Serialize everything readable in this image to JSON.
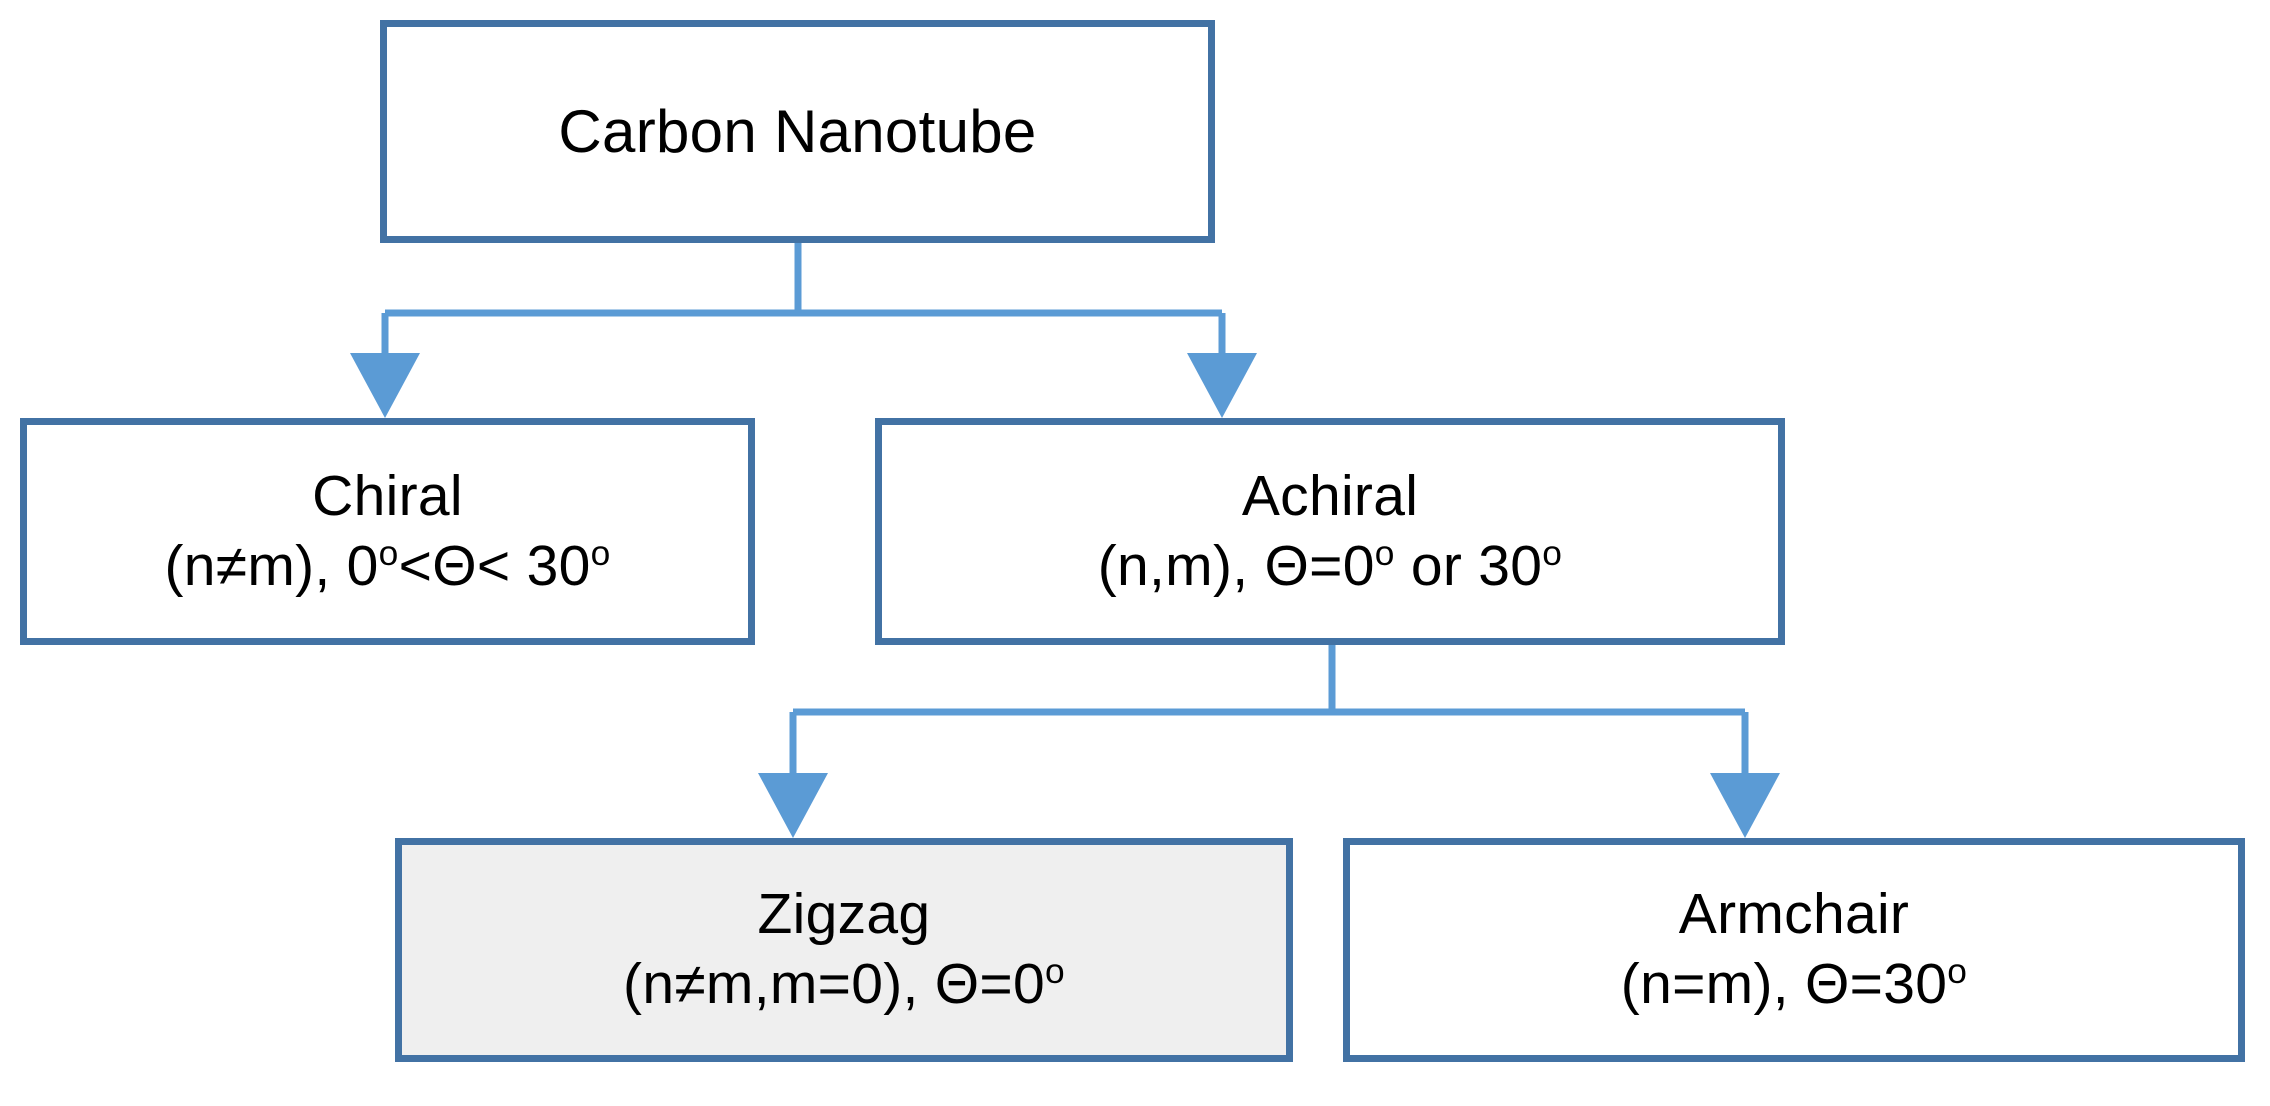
{
  "diagram": {
    "title": "Carbon Nanotube classification hierarchy",
    "colors": {
      "box_border": "#4272A4",
      "connector": "#5B9BD5",
      "box_fill_default": "#FFFFFF",
      "box_fill_shaded": "#EFEFEF",
      "text": "#000000",
      "background": "#FFFFFF"
    },
    "nodes": {
      "root": {
        "id": "carbon-nanotube",
        "title": "Carbon Nanotube",
        "detail": "",
        "fill": "#FFFFFF"
      },
      "chiral": {
        "id": "chiral",
        "title": "Chiral",
        "detail_prefix": "(n≠m), 0",
        "detail_deg1": "o",
        "detail_mid": "<Θ< 30",
        "detail_deg2": "o",
        "detail_plain": "(n≠m), 0º<Θ< 30º",
        "fill": "#FFFFFF"
      },
      "achiral": {
        "id": "achiral",
        "title": "Achiral",
        "detail_prefix": "(n,m), Θ=0",
        "detail_deg1": "o",
        "detail_mid": " or 30",
        "detail_deg2": "o",
        "detail_plain": "(n,m), Θ=0º or 30º",
        "fill": "#FFFFFF"
      },
      "zigzag": {
        "id": "zigzag",
        "title": "Zigzag",
        "detail_prefix": "(n≠m,m=0), Θ=0",
        "detail_deg1": "o",
        "detail_mid": "",
        "detail_deg2": "",
        "detail_plain": "(n≠m,m=0), Θ=0º",
        "fill": "#EFEFEF"
      },
      "armchair": {
        "id": "armchair",
        "title": "Armchair",
        "detail_prefix": "(n=m), Θ=30",
        "detail_deg1": "o",
        "detail_mid": "",
        "detail_deg2": "",
        "detail_plain": "(n=m), Θ=30º",
        "fill": "#FFFFFF"
      }
    },
    "edges": [
      {
        "id": "root-to-chiral",
        "from": "carbon-nanotube",
        "to": "chiral",
        "arrow": true
      },
      {
        "id": "root-to-achiral",
        "from": "carbon-nanotube",
        "to": "achiral",
        "arrow": true
      },
      {
        "id": "achiral-to-zigzag",
        "from": "achiral",
        "to": "zigzag",
        "arrow": true
      },
      {
        "id": "achiral-to-armchair",
        "from": "achiral",
        "to": "armchair",
        "arrow": true
      }
    ]
  }
}
